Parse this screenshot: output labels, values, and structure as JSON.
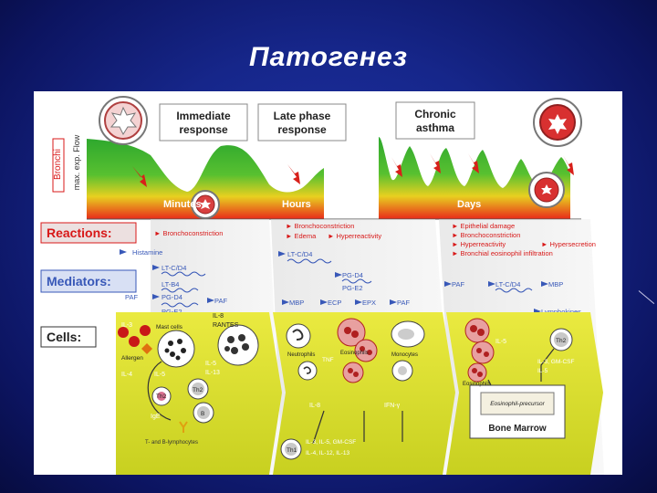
{
  "slide": {
    "title": "Патогенез"
  },
  "top": {
    "side_label": "Bronchi",
    "y_axis_label": "max. exp. Flow",
    "phases": [
      {
        "title_line1": "Immediate",
        "title_line2": "response",
        "time_label": "Minutes"
      },
      {
        "title_line1": "Late phase",
        "title_line2": "response",
        "time_label": "Hours"
      },
      {
        "title_line1": "Chronic",
        "title_line2": "asthma",
        "time_label": "Days"
      }
    ]
  },
  "rows": {
    "reactions": {
      "label": "Reactions:",
      "col1": [
        "Bronchoconstriction"
      ],
      "col2": [
        "Bronchoconstriction",
        "Edema",
        "Hyperreactivity"
      ],
      "col3": [
        "Epithelial damage",
        "Bronchoconstriction",
        "Hyperreactivity",
        "Hypersecretion",
        "Bronchial eosinophil infiltration"
      ]
    },
    "mediators": {
      "label": "Mediators:",
      "col1": [
        "Histamine",
        "LT-C/D4",
        "LT-B4",
        "PAF",
        "PG-D4",
        "PG-E2",
        "PAF"
      ],
      "col2": [
        "LT-C/D4",
        "PG-D4",
        "PG-E2",
        "MBP",
        "ECP",
        "EPX",
        "PAF"
      ],
      "col3": [
        "PAF",
        "LT-C/D4",
        "MBP",
        "Lymphokines"
      ]
    },
    "cells": {
      "label": "Cells:",
      "col1": [
        "IL-3",
        "Mast cells",
        "Allergen",
        "IL-4",
        "IL-5",
        "IL-8",
        "RANTES",
        "IL-13",
        "IL-5",
        "Th2",
        "B",
        "Th2",
        "IgE",
        "T- and B-lymphocytes"
      ],
      "col2": [
        "Neutrophils",
        "Eosinophils",
        "Monocytes",
        "TNF",
        "IL-8",
        "IFN-γ",
        "Th1",
        "IL-3, IL-5, GM-CSF",
        "IL-4, IL-12, IL-13"
      ],
      "col3": [
        "IL-5",
        "Th2",
        "IL-3, GM-CSF",
        "IL-5",
        "Eosinophils",
        "Eosinophil-precursor",
        "Bone Marrow"
      ]
    }
  },
  "colors": {
    "background": "#16268a",
    "green": "#3cb53c",
    "red": "#e8281c",
    "label_red": "#d81818",
    "label_blue": "#3858b8",
    "cells_yellow": "#e4e43a"
  }
}
